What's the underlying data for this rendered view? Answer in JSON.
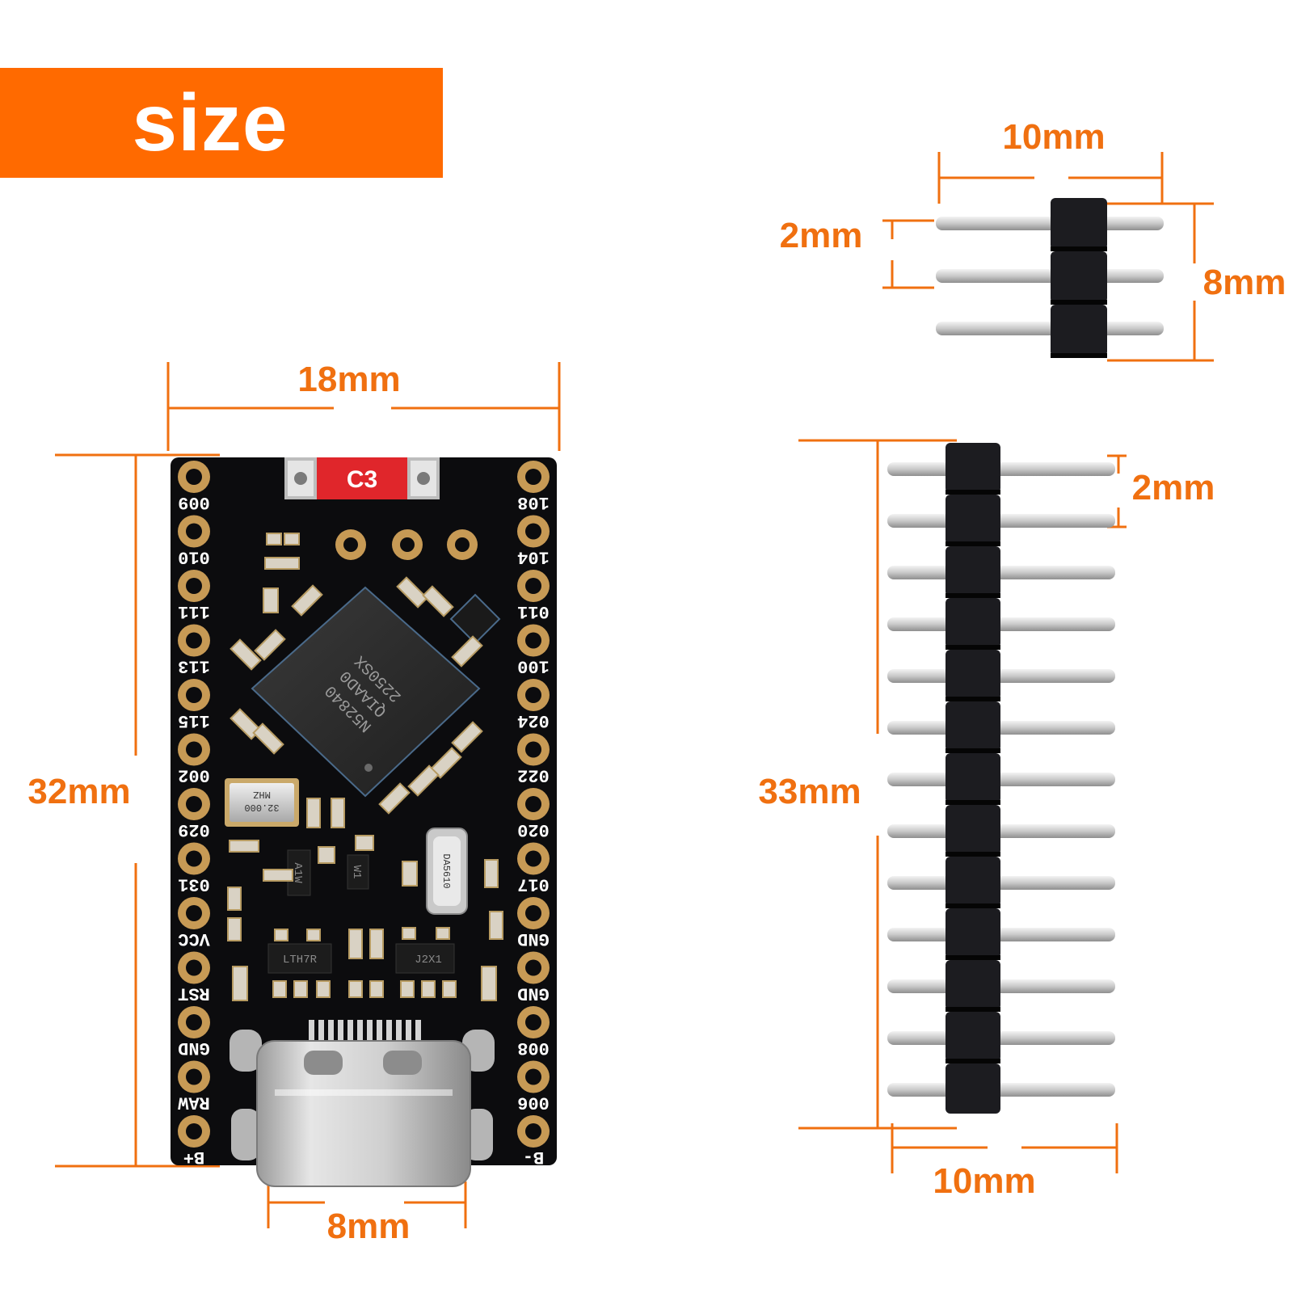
{
  "banner": {
    "title": "size",
    "color": "#ff6a00"
  },
  "accent_color": "#f07010",
  "dimensions": {
    "board_width": "18mm",
    "board_length": "32mm",
    "usb_width": "8mm",
    "short_header_length": "10mm",
    "short_header_pitch": "2mm",
    "short_header_height": "8mm",
    "long_header_height": "33mm",
    "long_header_pitch": "2mm",
    "long_header_length": "10mm"
  },
  "board": {
    "left_pins": [
      "009",
      "010",
      "111",
      "113",
      "115",
      "002",
      "029",
      "031",
      "VCC",
      "RST",
      "GND",
      "RAW",
      "B+"
    ],
    "right_pins": [
      "108",
      "104",
      "011",
      "100",
      "024",
      "022",
      "020",
      "017",
      "GND",
      "GND",
      "008",
      "006",
      "B-"
    ],
    "mcu_lines": [
      "N52840",
      "QIAAD0",
      "2250SX"
    ],
    "crystal_lines": [
      "32.000",
      "MHZ"
    ],
    "ic_labels": [
      "LTH7R",
      "J2X1",
      "A1W",
      "W1"
    ],
    "oscillator_label": "DA5610",
    "button_label": "C3",
    "icons": [
      "usb-c-port-icon",
      "crystal-icon",
      "mcu-chip-icon",
      "reset-button-icon"
    ]
  },
  "headers": {
    "short_pin_count": 3,
    "long_pin_count": 13
  }
}
